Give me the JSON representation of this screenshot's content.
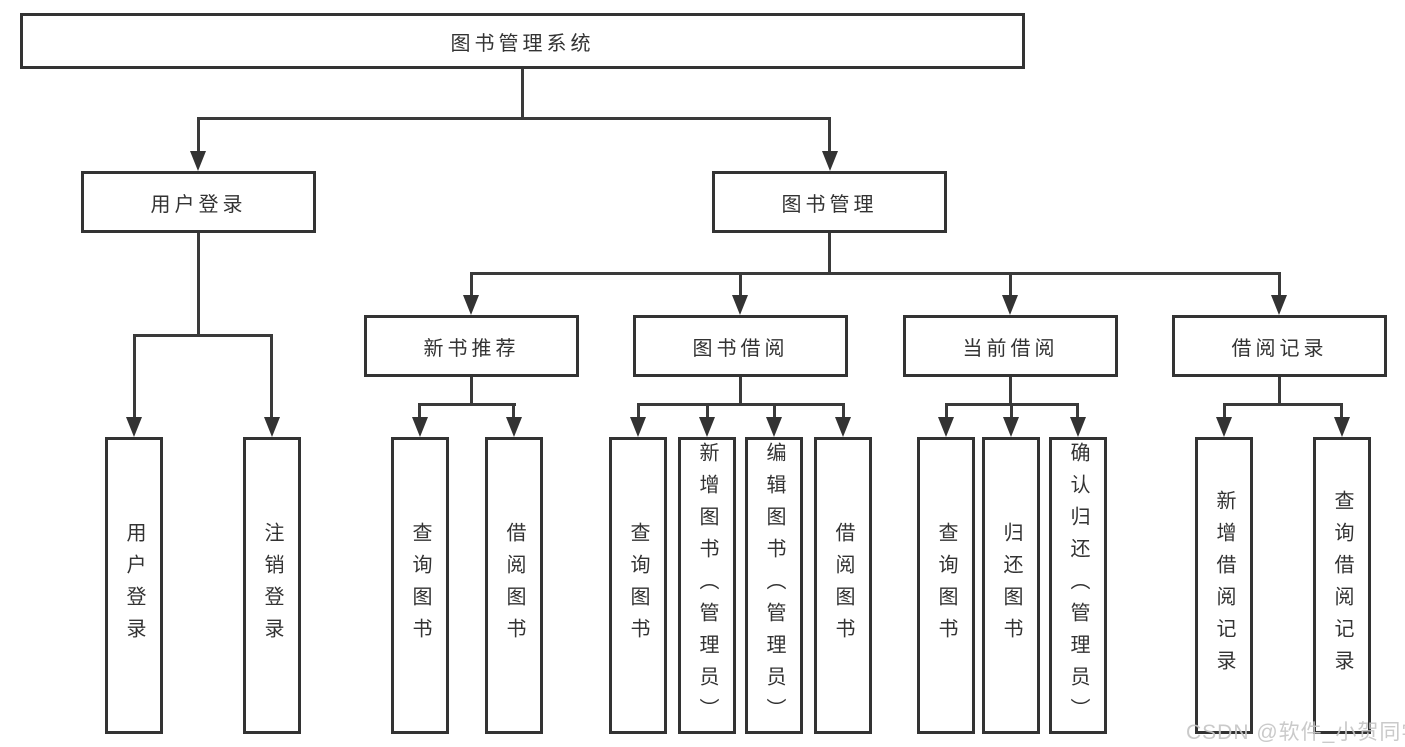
{
  "colors": {
    "line": "#3a3a3a",
    "box_border": "#333333",
    "text": "#333333",
    "watermark": "#c6c6c6",
    "background": "#ffffff"
  },
  "tree": {
    "root": {
      "label": "图书管理系统"
    },
    "login": {
      "label": "用户登录",
      "children": [
        {
          "label": "用户登录"
        },
        {
          "label": "注销登录"
        }
      ]
    },
    "management": {
      "label": "图书管理",
      "sections": [
        {
          "label": "新书推荐",
          "children": [
            {
              "label": "查询图书"
            },
            {
              "label": "借阅图书"
            }
          ]
        },
        {
          "label": "图书借阅",
          "children": [
            {
              "label": "查询图书"
            },
            {
              "label": "新增图书（管理员）"
            },
            {
              "label": "编辑图书（管理员）"
            },
            {
              "label": "借阅图书"
            }
          ]
        },
        {
          "label": "当前借阅",
          "children": [
            {
              "label": "查询图书"
            },
            {
              "label": "归还图书"
            },
            {
              "label": "确认归还（管理员）"
            }
          ]
        },
        {
          "label": "借阅记录",
          "children": [
            {
              "label": "新增借阅记录"
            },
            {
              "label": "查询借阅记录"
            }
          ]
        }
      ]
    }
  },
  "watermark": {
    "text": "CSDN @软件_小贺同学"
  }
}
